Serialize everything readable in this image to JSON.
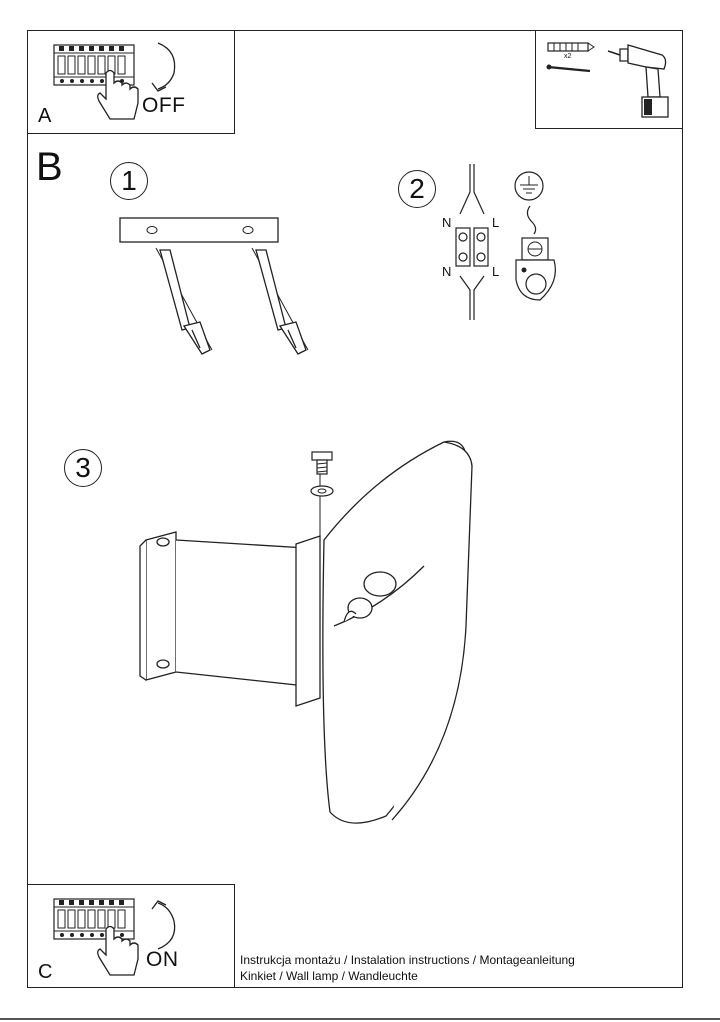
{
  "panels": {
    "a": {
      "letter": "A",
      "state": "OFF"
    },
    "b": {
      "letter": "B"
    },
    "c": {
      "letter": "C",
      "state": "ON"
    }
  },
  "tools": {
    "quantity": "x2"
  },
  "steps": [
    {
      "number": "1"
    },
    {
      "number": "2",
      "wires": {
        "neutral": "N",
        "live": "L"
      }
    },
    {
      "number": "3"
    }
  ],
  "caption": {
    "line1": "Instrukcja montażu / Instalation instructions / Montageanleitung",
    "line2": "Kinkiet  / Wall lamp / Wandleuchte"
  },
  "icons": [
    "fuse-box-icon",
    "hand-icon",
    "arrow-down-icon",
    "arrow-up-icon",
    "wall-plug-icon",
    "screw-icon",
    "drill-icon",
    "ground-symbol-icon",
    "terminal-block-icon",
    "ground-clamp-icon",
    "mounting-bar-icon",
    "wall-lamp-icon",
    "bolt-icon",
    "washer-icon"
  ]
}
